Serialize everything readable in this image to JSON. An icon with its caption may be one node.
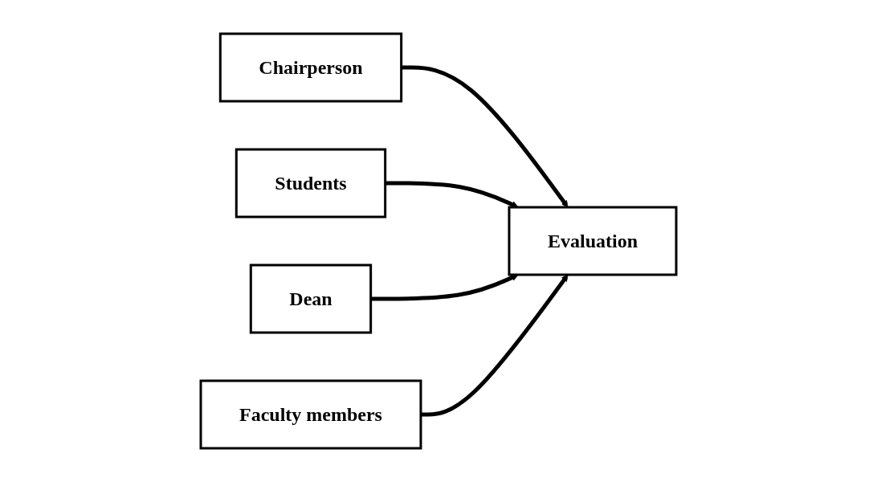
{
  "diagram": {
    "nodes": [
      {
        "text": [
          "Chairperson"
        ]
      },
      {
        "text": [
          "Students"
        ]
      },
      {
        "text": [
          "Evaluation"
        ]
      },
      {
        "text": [
          "Dean"
        ]
      },
      {
        "text": [
          "Faculty members"
        ]
      }
    ],
    "edges": [
      {
        "from": 0,
        "to": 2,
        "arrow": "to"
      },
      {
        "from": 1,
        "to": 2,
        "arrow": "to"
      },
      {
        "from": 3,
        "to": 2,
        "arrow": "to"
      },
      {
        "from": 4,
        "to": 2,
        "arrow": "to"
      }
    ]
  }
}
